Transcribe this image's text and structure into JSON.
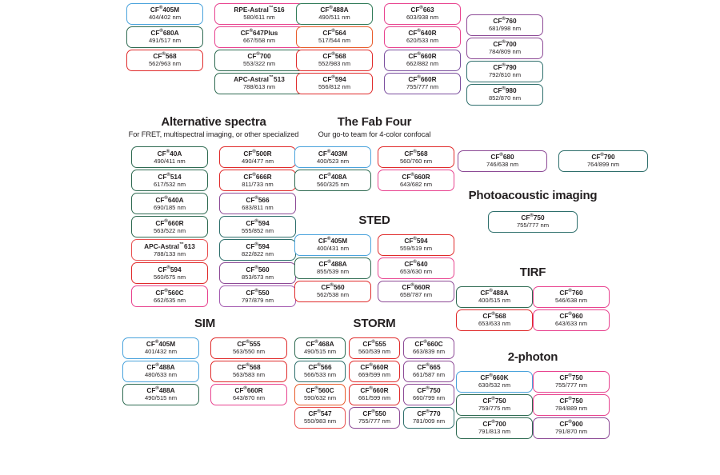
{
  "meta": {
    "trademark_symbol": "®",
    "tm_symbol": "™",
    "nm_suffix": "nm"
  },
  "groups": [
    {
      "id": "top-left-unlabeled",
      "title": "",
      "subtitle": "",
      "columns": [
        {
          "items": [
            {
              "name": "CF®405M",
              "value": "404/402 nm",
              "color": "#4aa3dc"
            },
            {
              "name": "CF®680A",
              "value": "491/517 nm",
              "color": "#2f6b52"
            },
            {
              "name": "CF®568",
              "value": "562/963 nm",
              "color": "#e02b2b"
            }
          ]
        },
        {
          "items": [
            {
              "name": "RPE-Astral™516",
              "value": "580/611 nm",
              "color": "#e8438f"
            },
            {
              "name": "CF®647Plus",
              "value": "667/558 nm",
              "color": "#e8438f"
            },
            {
              "name": "CF®700",
              "value": "553/322 nm",
              "color": "#2f6b52"
            },
            {
              "name": "APC-Astral™513",
              "value": "788/613 nm",
              "color": "#2f6b52"
            }
          ]
        }
      ]
    },
    {
      "id": "top-mid-unlabeled",
      "title": "",
      "subtitle": "",
      "columns": [
        {
          "items": [
            {
              "name": "CF®488A",
              "value": "490/511 nm",
              "color": "#2f7a57"
            },
            {
              "name": "CF®564",
              "value": "517/544 nm",
              "color": "#e85b2a"
            },
            {
              "name": "CF®568",
              "value": "552/983 nm",
              "color": "#e02b2b"
            },
            {
              "name": "CF®594",
              "value": "556/812 nm",
              "color": "#e02b2b"
            }
          ]
        },
        {
          "items": [
            {
              "name": "CF®663",
              "value": "603/938 nm",
              "color": "#e8438f"
            },
            {
              "name": "CF®640R",
              "value": "620/533 nm",
              "color": "#e8438f"
            },
            {
              "name": "CF®660R",
              "value": "662/882 nm",
              "color": "#7b4f9e"
            },
            {
              "name": "CF®660R",
              "value": "755/777 nm",
              "color": "#7b4f9e"
            }
          ]
        }
      ]
    },
    {
      "id": "top-right-unlabeled",
      "title": "",
      "subtitle": "",
      "columns": [
        {
          "items": [
            {
              "name": "CF®760",
              "value": "681/998 nm",
              "color": "#8d4a96"
            },
            {
              "name": "CF®700",
              "value": "784/809 nm",
              "color": "#8d4a96"
            },
            {
              "name": "CF®790",
              "value": "792/810 nm",
              "color": "#2e6f6c"
            },
            {
              "name": "CF®980",
              "value": "852/870 nm",
              "color": "#2e6f6c"
            }
          ]
        }
      ]
    },
    {
      "id": "alternative-spectra",
      "title": "Alternative spectra",
      "subtitle": "For FRET, multispectral imaging, or other specialized",
      "columns": [
        {
          "items": [
            {
              "name": "CF®40A",
              "value": "490/411 nm",
              "color": "#2f6b52"
            },
            {
              "name": "CF®514",
              "value": "617/532 nm",
              "color": "#2f6b52"
            },
            {
              "name": "CF®640A",
              "value": "690/185 nm",
              "color": "#2f6b52"
            },
            {
              "name": "CF®660R",
              "value": "563/522 nm",
              "color": "#2f6b52"
            },
            {
              "name": "APC-Astral™613",
              "value": "788/133 nm",
              "color": "#e85050"
            },
            {
              "name": "CF®594",
              "value": "560/675 nm",
              "color": "#e02b2b"
            },
            {
              "name": "CF®560C",
              "value": "662/635 nm",
              "color": "#e8438f"
            }
          ]
        },
        {
          "items": [
            {
              "name": "CF®500R",
              "value": "490/477 nm",
              "color": "#e02b2b"
            },
            {
              "name": "CF®666R",
              "value": "811/733 nm",
              "color": "#e02b2b"
            },
            {
              "name": "CF®566",
              "value": "683/811 nm",
              "color": "#8d4a96"
            },
            {
              "name": "CF®594",
              "value": "555/852 nm",
              "color": "#2e6f6c"
            },
            {
              "name": "CF®594",
              "value": "822/822 nm",
              "color": "#2e6f6c"
            },
            {
              "name": "CF®560",
              "value": "853/673 nm",
              "color": "#8d4a96"
            },
            {
              "name": "CF®550",
              "value": "797/879 nm",
              "color": "#a45bb0"
            }
          ]
        }
      ]
    },
    {
      "id": "the-fab-four",
      "title": "The Fab Four",
      "subtitle": "Our go-to team for 4-color confocal",
      "columns": [
        {
          "items": [
            {
              "name": "CF®403M",
              "value": "400/523 nm",
              "color": "#4aa3dc"
            },
            {
              "name": "CF®408A",
              "value": "560/325 nm",
              "color": "#2f6b52"
            }
          ]
        },
        {
          "items": [
            {
              "name": "CF®568",
              "value": "560/760 nm",
              "color": "#e02b2b"
            },
            {
              "name": "CF®660R",
              "value": "643/682 nm",
              "color": "#e8438f"
            }
          ]
        }
      ]
    },
    {
      "id": "sted",
      "title": "STED",
      "subtitle": "",
      "columns": [
        {
          "items": [
            {
              "name": "CF®405M",
              "value": "400/431 nm",
              "color": "#4aa3dc"
            },
            {
              "name": "CF®488A",
              "value": "855/539 nm",
              "color": "#2f6b52"
            },
            {
              "name": "CF®560",
              "value": "562/538 nm",
              "color": "#e02b2b"
            }
          ]
        },
        {
          "items": [
            {
              "name": "CF®594",
              "value": "559/519 nm",
              "color": "#e02b2b"
            },
            {
              "name": "CF®640",
              "value": "653/630 nm",
              "color": "#e8438f"
            },
            {
              "name": "CF®660R",
              "value": "658/787 nm",
              "color": "#8d4a96"
            }
          ]
        }
      ]
    },
    {
      "id": "photoacoustic-row",
      "title": "",
      "subtitle": "",
      "columns": [
        {
          "items": [
            {
              "name": "CF®680",
              "value": "746/638 nm",
              "color": "#8d4a96"
            }
          ]
        },
        {
          "items": [
            {
              "name": "CF®790",
              "value": "764/899 nm",
              "color": "#2e6f6c"
            }
          ]
        }
      ]
    },
    {
      "id": "photoacoustic-imaging",
      "title": "Photoacoustic imaging",
      "subtitle": "",
      "columns": [
        {
          "items": [
            {
              "name": "CF®750",
              "value": "755/777 nm",
              "color": "#2e6f6c"
            }
          ]
        }
      ]
    },
    {
      "id": "tirf",
      "title": "TIRF",
      "subtitle": "",
      "columns": [
        {
          "items": [
            {
              "name": "CF®488A",
              "value": "400/515 nm",
              "color": "#2f6b52"
            },
            {
              "name": "CF®568",
              "value": "653/633 nm",
              "color": "#e02b2b"
            }
          ]
        },
        {
          "items": [
            {
              "name": "CF®760",
              "value": "546/638 nm",
              "color": "#e8438f"
            },
            {
              "name": "CF®960",
              "value": "643/633 nm",
              "color": "#e8438f"
            }
          ]
        }
      ]
    },
    {
      "id": "sim",
      "title": "SIM",
      "subtitle": "",
      "columns": [
        {
          "items": [
            {
              "name": "CF®405M",
              "value": "401/432 nm",
              "color": "#4aa3dc"
            },
            {
              "name": "CF®488A",
              "value": "480/633 nm",
              "color": "#4aa3dc"
            },
            {
              "name": "CF®488A",
              "value": "490/515 nm",
              "color": "#2f6b52"
            }
          ]
        },
        {
          "items": [
            {
              "name": "CF®555",
              "value": "563/550 nm",
              "color": "#e02b2b"
            },
            {
              "name": "CF®568",
              "value": "563/583 nm",
              "color": "#e02b2b"
            },
            {
              "name": "CF®660R",
              "value": "643/870 nm",
              "color": "#e8438f"
            }
          ]
        }
      ]
    },
    {
      "id": "storm",
      "title": "STORM",
      "subtitle": "",
      "columns": [
        {
          "items": [
            {
              "name": "CF®468A",
              "value": "490/515 nm",
              "color": "#2f6b52"
            },
            {
              "name": "CF®566",
              "value": "566/533 nm",
              "color": "#2e6f6c"
            },
            {
              "name": "CF®560C",
              "value": "590/632 nm",
              "color": "#e85b2a"
            },
            {
              "name": "CF®547",
              "value": "550/983 nm",
              "color": "#e85050"
            }
          ]
        },
        {
          "items": [
            {
              "name": "CF®555",
              "value": "560/539 nm",
              "color": "#e02b2b"
            },
            {
              "name": "CF®660R",
              "value": "669/599 nm",
              "color": "#e02b2b"
            },
            {
              "name": "CF®660R",
              "value": "661/599 nm",
              "color": "#e02b2b"
            },
            {
              "name": "CF®550",
              "value": "755/777 nm",
              "color": "#8d4a96"
            }
          ]
        },
        {
          "items": [
            {
              "name": "CF®660C",
              "value": "663/839 nm",
              "color": "#8d4a96"
            },
            {
              "name": "CF®665",
              "value": "661/587 nm",
              "color": "#8d4a96"
            },
            {
              "name": "CF®750",
              "value": "660/799 nm",
              "color": "#8d4a96"
            },
            {
              "name": "CF®770",
              "value": "781/009 nm",
              "color": "#2e6f6c"
            }
          ]
        }
      ]
    },
    {
      "id": "two-photon",
      "title": "2-photon",
      "subtitle": "",
      "columns": [
        {
          "items": [
            {
              "name": "CF®660K",
              "value": "630/532 nm",
              "color": "#4aa3dc"
            },
            {
              "name": "CF®750",
              "value": "759/775 nm",
              "color": "#2f6b52"
            },
            {
              "name": "CF®700",
              "value": "791/813 nm",
              "color": "#2f6b52"
            }
          ]
        },
        {
          "items": [
            {
              "name": "CF®750",
              "value": "755/777 nm",
              "color": "#e8438f"
            },
            {
              "name": "CF®750",
              "value": "784/889 nm",
              "color": "#e8438f"
            },
            {
              "name": "CF®900",
              "value": "791/870 nm",
              "color": "#8d4a96"
            }
          ]
        }
      ]
    }
  ]
}
